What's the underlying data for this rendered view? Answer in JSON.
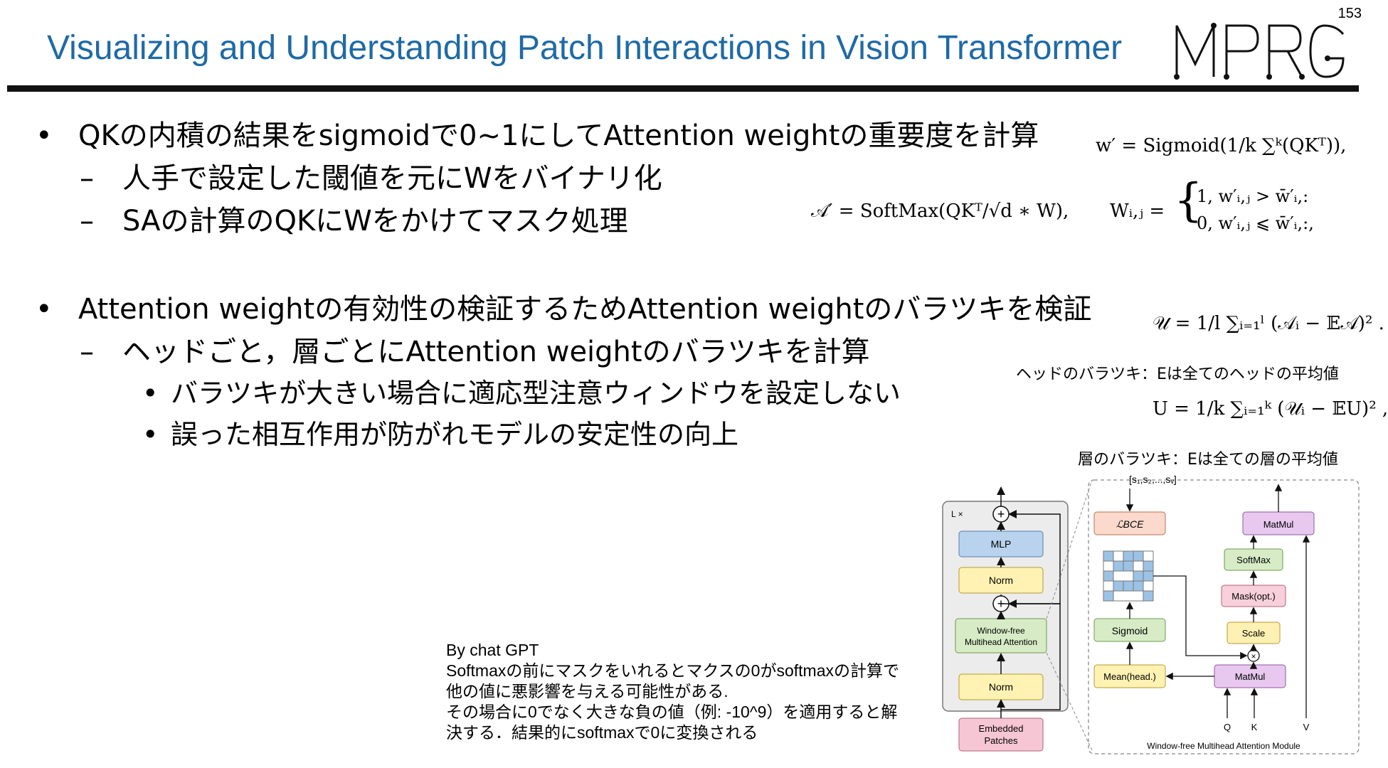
{
  "page_number": "153",
  "title": "Visualizing and Understanding Patch Interactions in Vision Transformer",
  "logo_text": "MPRG",
  "bullets": [
    {
      "marker": "•",
      "text": "QKの内積の結果をsigmoidで0~1にしてAttention weightの重要度を計算"
    },
    {
      "marker": "–",
      "text": "人手で設定した閾値を元にWをバイナリ化"
    },
    {
      "marker": "–",
      "text": "SAの計算のQKにWをかけてマスク処理"
    },
    {
      "marker": "•",
      "text": "Attention weightの有効性の検証するためAttention weightのバラツキを検証"
    },
    {
      "marker": "–",
      "text": "ヘッドごと，層ごとにAttention weightのバラツキを計算"
    },
    {
      "marker": "•",
      "text": "バラツキが大きい場合に適応型注意ウィンドウを設定しない"
    },
    {
      "marker": "•",
      "text": "誤った相互作用が防がれモデルの安定性の向上"
    }
  ],
  "formulas": {
    "w_prime": "w′ = Sigmoid(1/k ∑ᵏ(QKᵀ)),",
    "a_prime": "𝒜′ = SoftMax(QKᵀ/√d ∗ W),",
    "w_ij_lhs": "Wᵢ,ⱼ =",
    "w_ij_case1": "1,   w′ᵢ,ⱼ > w̄′ᵢ,:",
    "w_ij_case2": "0,   w′ᵢ,ⱼ ⩽ w̄′ᵢ,:,",
    "u_head": "𝒰 = 1/l ∑ᵢ₌₁ˡ (𝒜ᵢ − 𝔼𝒜)² .",
    "u_layer": "U = 1/k ∑ᵢ₌₁ᵏ (𝒰ᵢ − 𝔼U)² ,"
  },
  "captions": {
    "head": "ヘッドのバラツキ：Eは全てのヘッドの平均値",
    "layer": "層のバラツキ：Eは全ての層の平均値"
  },
  "note": {
    "source": "By chat GPT",
    "lines": [
      "Softmaxの前にマスクをいれるとマクスの0がsoftmaxの計算で",
      "他の値に悪影響を与える可能性がある.",
      "その場合に0でなく大きな負の値（例: -10^9）を適用すると解",
      "決する．結果的にsoftmaxで0に変換される"
    ]
  },
  "diagram": {
    "repeat_label": "L ×",
    "mlp": "MLP",
    "norm": "Norm",
    "window_free_1": "Window-free",
    "window_free_2": "Multihead Attention",
    "embedded_1": "Embedded",
    "embedded_2": "Patches",
    "s_vector": "[s₁,s₂,...,sᵥ]",
    "loss": "ℒBCE",
    "sigmoid": "Sigmoid",
    "mean_head": "Mean(head.)",
    "matmul": "MatMul",
    "softmax": "SoftMax",
    "mask": "Mask(opt.)",
    "scale": "Scale",
    "q": "Q",
    "k": "K",
    "v": "V",
    "module_caption": "Window-free Multihead Attention Module"
  },
  "colors": {
    "title": "#1f6aa5",
    "mlp_fill": "#b9d3ee",
    "norm_fill": "#fff2b3",
    "attn_fill": "#d7ecc6",
    "embed_fill": "#f6c6d4",
    "loss_fill": "#fbd9cc",
    "matmul_fill": "#e8c8ef",
    "mask_fill": "#f8d0dc",
    "scale_fill": "#fff0b3"
  }
}
